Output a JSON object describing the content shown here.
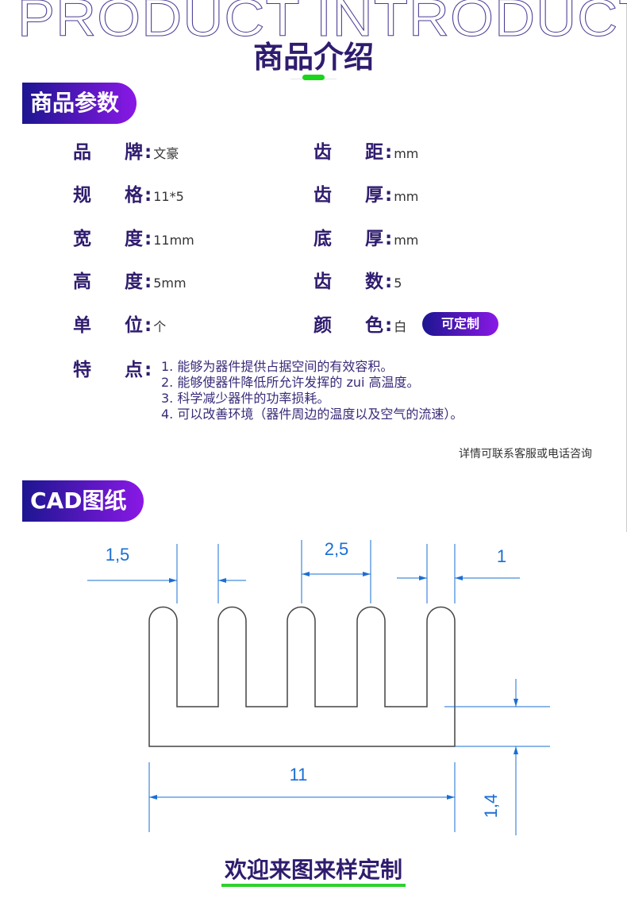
{
  "header": {
    "bg_title": "PRODUCT INTRODUCTION",
    "title": "商品介绍"
  },
  "params": {
    "badge": "商品参数",
    "left": [
      {
        "label": "品牌",
        "value": "文豪"
      },
      {
        "label": "规格",
        "value": "11*5"
      },
      {
        "label": "宽度",
        "value": "11mm"
      },
      {
        "label": "高度",
        "value": "5mm"
      },
      {
        "label": "单位",
        "value": "个"
      }
    ],
    "right": [
      {
        "label": "齿距",
        "value": "mm"
      },
      {
        "label": "齿厚",
        "value": "mm"
      },
      {
        "label": "底厚",
        "value": "mm"
      },
      {
        "label": "齿数",
        "value": "5"
      },
      {
        "label": "颜色",
        "value": "白"
      }
    ],
    "custom_pill": "可定制",
    "features_label": "特点",
    "features": [
      "1. 能够为器件提供占据空间的有效容积。",
      "2. 能够使器件降低所允许发挥的 zui 高温度。",
      "3. 科学减少器件的功率损耗。",
      "4. 可以改善环境（器件周边的温度以及空气的流速）。"
    ],
    "note": "详情可联系客服或电话咨询"
  },
  "cad": {
    "badge": "CAD图纸",
    "dims": {
      "fin_gap": "1,5",
      "pitch": "2,5",
      "fin": "1",
      "width": "11",
      "base": "1,4"
    }
  },
  "footer": {
    "text": "欢迎来图来样定制"
  },
  "colors": {
    "title": "#2f1c6e",
    "badge_start": "#1c1690",
    "badge_end": "#8a18e6",
    "accent_green": "#19d51b",
    "dimension": "#1a6fd4"
  }
}
